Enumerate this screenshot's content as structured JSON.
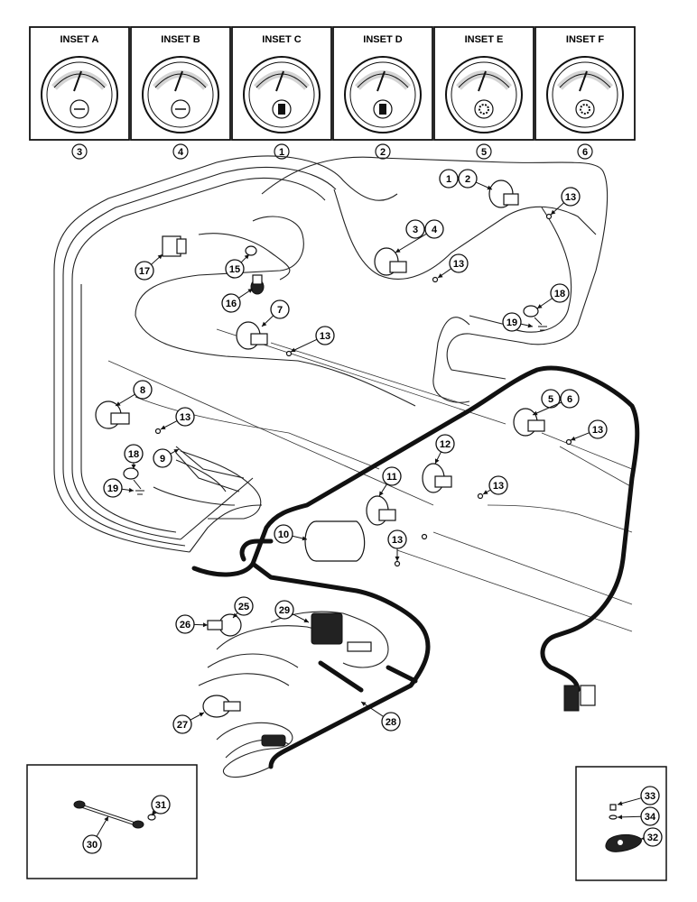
{
  "insets": [
    {
      "id": "A",
      "title": "INSET A",
      "ref": "3",
      "icon": "gauge-temp-icon"
    },
    {
      "id": "B",
      "title": "INSET B",
      "ref": "4",
      "icon": "gauge-temp-icon"
    },
    {
      "id": "C",
      "title": "INSET C",
      "ref": "1",
      "icon": "gauge-fuel-icon"
    },
    {
      "id": "D",
      "title": "INSET D",
      "ref": "2",
      "icon": "gauge-fuel-icon"
    },
    {
      "id": "E",
      "title": "INSET E",
      "ref": "5",
      "icon": "gauge-oil-icon"
    },
    {
      "id": "F",
      "title": "INSET F",
      "ref": "6",
      "icon": "gauge-oil-icon"
    }
  ],
  "callouts": {
    "c1": "1",
    "c2": "2",
    "c3": "3",
    "c4": "4",
    "c5": "5",
    "c6": "6",
    "c7": "7",
    "c8": "8",
    "c9": "9",
    "c10": "10",
    "c11": "11",
    "c12": "12",
    "c13": "13",
    "c15": "15",
    "c16": "16",
    "c17": "17",
    "c18": "18",
    "c19": "19",
    "c25": "25",
    "c26": "26",
    "c27": "27",
    "c28": "28",
    "c29": "29",
    "c30": "30",
    "c31": "31",
    "c32": "32",
    "c33": "33",
    "c34": "34"
  }
}
